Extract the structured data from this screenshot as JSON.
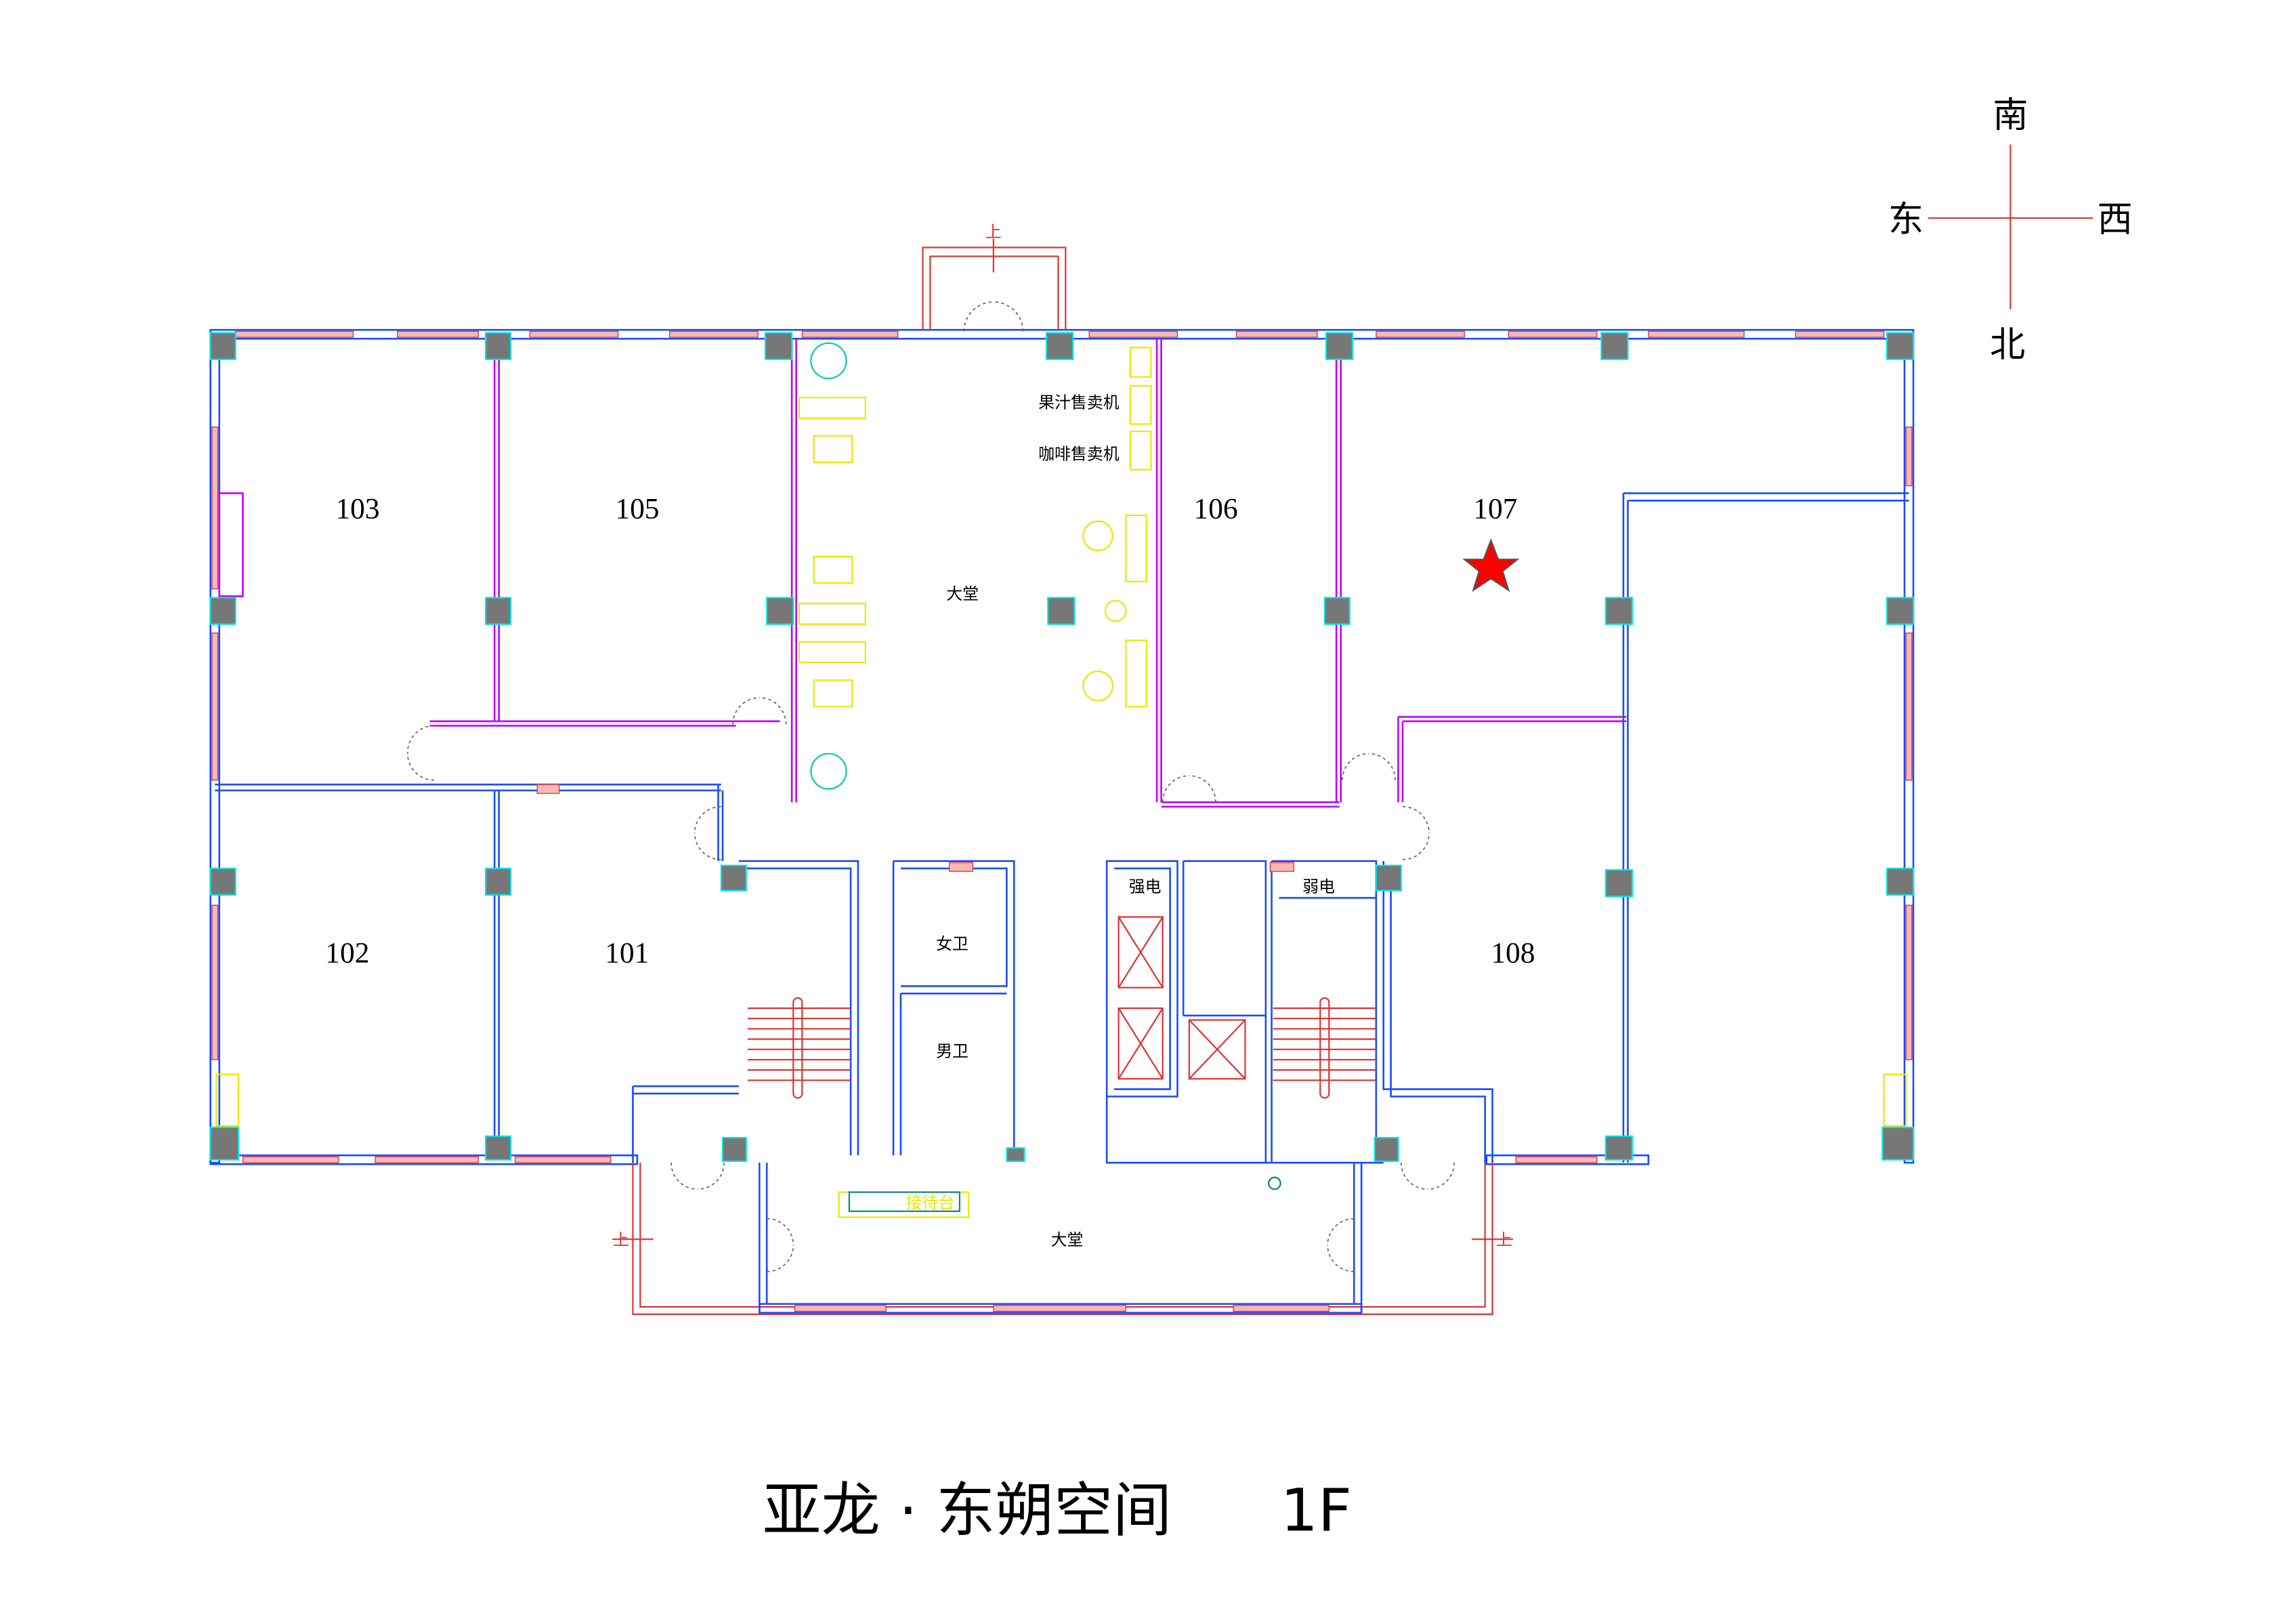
{
  "title": {
    "name": "亚龙 · 东朔空间",
    "floor": "1F"
  },
  "compass": {
    "south": "南",
    "east": "东",
    "west": "西",
    "north": "北"
  },
  "rooms": {
    "r103": "103",
    "r105": "105",
    "r106": "106",
    "r107": "107",
    "r102": "102",
    "r101": "101",
    "r108": "108"
  },
  "labels": {
    "lobby_upper": "大堂",
    "lobby_lower": "大堂",
    "juice_vending": "果汁售卖机",
    "coffee_vending": "咖啡售卖机",
    "womens_restroom": "女卫",
    "mens_restroom": "男卫",
    "strong_power": "强电",
    "weak_power": "弱电",
    "reception": "接待台",
    "up_top": "上",
    "up_left": "上",
    "up_right": "上"
  },
  "marker": {
    "room": "107",
    "color": "#ff0000"
  }
}
